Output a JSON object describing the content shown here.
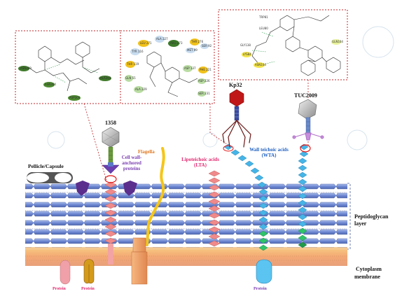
{
  "labels": {
    "phage_1358": "1358",
    "phage_kp32": "Kp32",
    "phage_tuc2009": "TUC2009",
    "pellicle": "Pellicle/Capsule",
    "cell_wall_proteins": [
      "Cell wall-",
      "anchored",
      "proteins"
    ],
    "flagella": "Flagella",
    "lta": [
      "Lipoteichoic acids",
      "(LTA)"
    ],
    "wta": [
      "Wall teichoic acids",
      "(WTA)"
    ],
    "peptidoglycan": [
      "Peptidoglycan",
      "layer"
    ],
    "cytoplasm": [
      "Cytoplasm",
      "membrane"
    ],
    "protein_1": "Protein",
    "protein_2": "Protein",
    "protein_3": "Protein"
  },
  "insets": {
    "left_residues": [
      "ASN289",
      "ASN304",
      "ALA303",
      "ASP304"
    ],
    "mid_residues": [
      "LEU 271",
      "ALA 227",
      "ARG 273",
      "THR 276",
      "TYR 116",
      "MET 99",
      "SER 92",
      "THR 119",
      "GLN 55",
      "ASP 137",
      "PHE 221",
      "ALA 229",
      "ASP 226",
      "SER 231"
    ],
    "right_residues": [
      "TRP81",
      "LEU80",
      "GLY138",
      "LYS84",
      "ASN104",
      "GLN164"
    ]
  },
  "colors": {
    "peptidoglycan": "#5b78c8",
    "membrane_top": "#f5c07a",
    "lta_chain": "#f08a8a",
    "wta_chain": "#46b4e6",
    "inset_border": "#c0282d",
    "purple_label": "#7a3fb0",
    "blue_label": "#1f5fc0",
    "pink_label": "#e0286e",
    "orange_label": "#e07820"
  }
}
